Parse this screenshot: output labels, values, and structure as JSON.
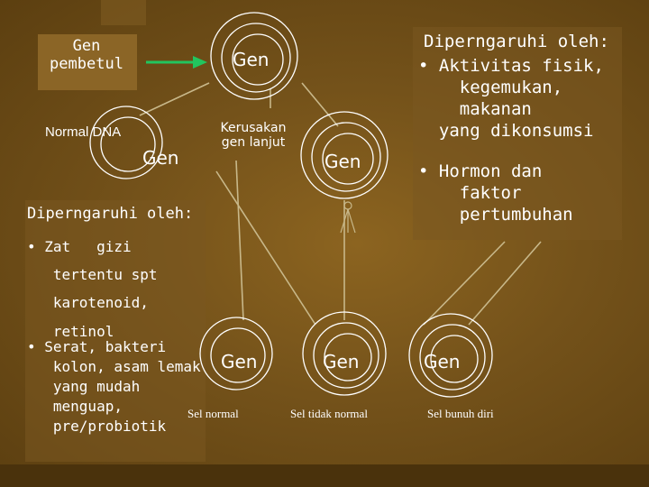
{
  "nodes": {
    "gen_pembetul": "Gen\npembetul",
    "normal_dna": "Normal DNA",
    "gen_mid_left": "Gen",
    "gen_top": "Gen",
    "kerusakan": "Kerusakan\ngen lanjut",
    "gen_right_mid": "Gen",
    "gen_bottom_1": "Gen",
    "gen_bottom_2": "Gen",
    "gen_bottom_3": "Gen",
    "sel_normal": "Sel normal",
    "sel_tidak_normal": "Sel tidak normal",
    "sel_bunuh_diri": "Sel bunuh diri"
  },
  "left_panel": {
    "heading": "Diperngaruhi oleh:",
    "bullet1": "• Zat   gizi\n   tertentu spt\n   karotenoid,\n   retinol",
    "bullet2": "• Serat, bakteri\n   kolon, asam lemak\n   yang mudah\n   menguap,\n   pre/probiotik"
  },
  "right_panel": {
    "heading": "Diperngaruhi oleh:",
    "bullet1": "• Aktivitas fisik,\n    kegemukan,\n    makanan\n  yang dikonsumsi",
    "bullet2": "• Hormon dan\n    faktor\n    pertumbuhan"
  },
  "colors": {
    "arrow": "#22c55e",
    "lines": "#c8b88a",
    "text": "#ffffff",
    "circle_stroke": "#ffffff"
  }
}
